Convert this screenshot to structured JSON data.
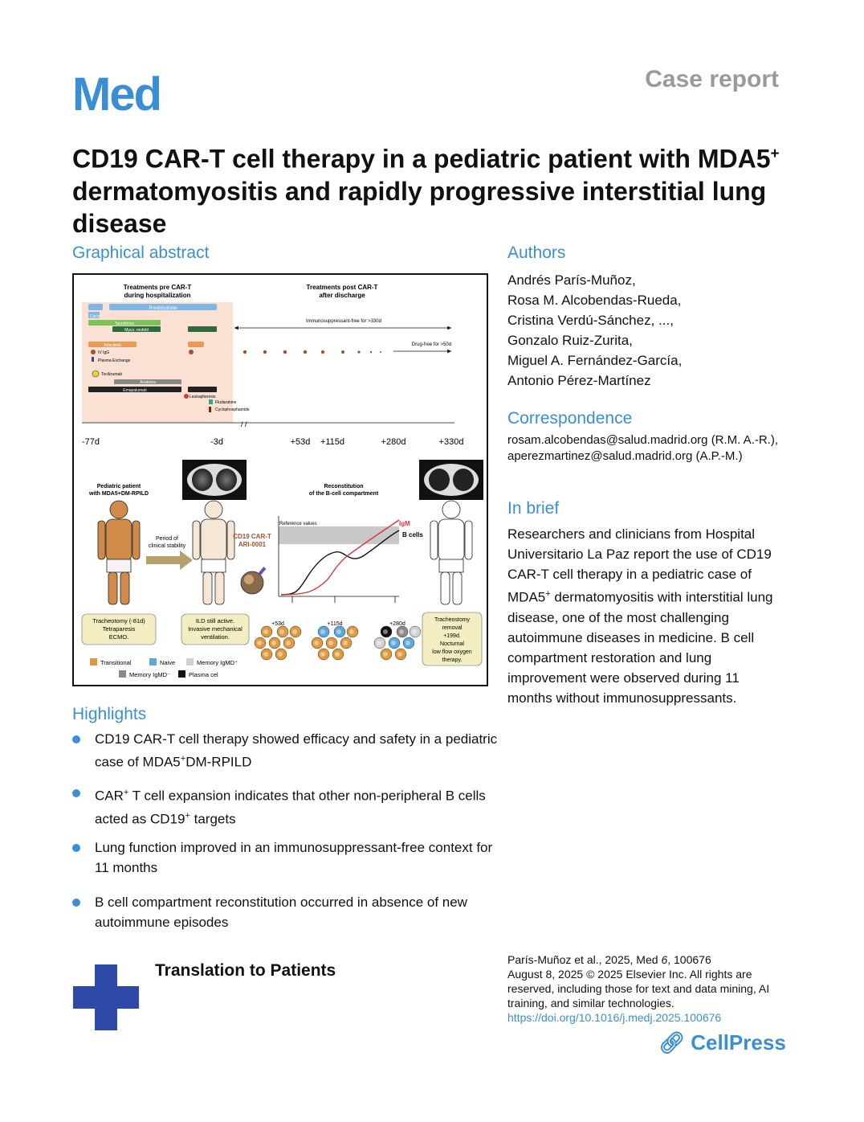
{
  "header": {
    "journal": "Med",
    "article_type": "Case report"
  },
  "title": {
    "part1": "CD19 CAR-T cell therapy in a pediatric patient with MDA5",
    "sup": "+",
    "part2": " dermatomyositis and rapidly progressive interstitial lung disease"
  },
  "graphical_abstract": {
    "heading": "Graphical abstract",
    "pre_title": [
      "Treatments pre CAR-T",
      "during hospitalization"
    ],
    "post_title": [
      "Treatments post CAR-T",
      "after discharge"
    ],
    "bars": {
      "prednisolone": "Prednisolone",
      "cyclo": "Cyclo.",
      "tacrolimus": "Tacrolimus",
      "myco": "Myco. mofetil",
      "tofacitinib": "Tofacitinib",
      "ivig": "IV IgG",
      "plasma": "Plasma Exchange",
      "tocilizumab": "Tocilizumab",
      "anakinra": "Anakinra",
      "emapalumab": "Emapalumab",
      "leukapheresis": "Leukapheresis",
      "fludarabine": "Fludarabine",
      "cyclophosphamide": "Cyclophosphamide"
    },
    "immuno_free": "Immunosuppressant-free for >330d",
    "drug_free": "Drug-free for >50d",
    "ticks": [
      "-77d",
      "-3d",
      "+53d",
      "+115d",
      "+280d",
      "+330d"
    ],
    "patient_label": [
      "Pediatric patient",
      "with MDA5+DM-RPILD"
    ],
    "period_label": [
      "Period of",
      "clinical stability"
    ],
    "cart_label": [
      "CD19 CAR-T",
      "ARI-0001"
    ],
    "recon_title": [
      "Reconstitution",
      "of the B-cell compartment"
    ],
    "reference": "Reference values",
    "igm": "IgM",
    "bcells": "B cells",
    "chart_ticks": [
      "+53d",
      "+115d",
      "+280d"
    ],
    "box1": [
      "Tracheotomy (-81d)",
      "Tetraparesis",
      "ECMO."
    ],
    "box2": [
      "ILD still active.",
      "Invasive mechanical",
      "ventilation."
    ],
    "box3": [
      "Tracheostomy",
      "removal",
      "+199d.",
      "Nocturnal",
      "low flow oxygen",
      "therapy."
    ],
    "legend": [
      "Transitional",
      "Naive",
      "Memory IgMD⁺",
      "Memory IgMD⁻",
      "Plasma cel"
    ],
    "colors": {
      "transitional": "#e09a3e",
      "naive": "#5aa8dc",
      "memory_plus": "#d0d0d0",
      "memory_minus": "#8a8a8a",
      "plasma": "#111111",
      "prednisolone": "#7fb6e6",
      "tacrolimus": "#7cc35a",
      "myco": "#2f6b3a",
      "tofacitinib": "#e99a55",
      "emapalumab": "#222222",
      "anakinra": "#888888",
      "fludarabine": "#38a58a",
      "cyclophosphamide": "#8b1a1a"
    }
  },
  "highlights": {
    "heading": "Highlights",
    "items": [
      {
        "a": "CD19 CAR-T cell therapy showed efficacy and safety in a pediatric case of MDA5",
        "s1": "+",
        "b": "DM-RPILD",
        "s2": "",
        "c": ""
      },
      {
        "a": "CAR",
        "s1": "+",
        "b": " T cell expansion indicates that other non-peripheral B cells acted as CD19",
        "s2": "+",
        "c": " targets"
      },
      {
        "a": "Lung function improved in an immunosuppressant-free context for 11 months",
        "s1": "",
        "b": "",
        "s2": "",
        "c": ""
      },
      {
        "a": "B cell compartment reconstitution occurred in absence of new autoimmune episodes",
        "s1": "",
        "b": "",
        "s2": "",
        "c": ""
      }
    ]
  },
  "authors": {
    "heading": "Authors",
    "list": [
      "Andrés París-Muñoz,",
      "Rosa M. Alcobendas-Rueda,",
      "Cristina Verdú-Sánchez, ...,",
      "Gonzalo Ruiz-Zurita,",
      "Miguel A. Fernández-García,",
      "Antonio Pérez-Martínez"
    ]
  },
  "correspondence": {
    "heading": "Correspondence",
    "line1": "rosam.alcobendas@salud.madrid.org (R.M. A.-R.),",
    "line2": "aperezmartinez@salud.madrid.org (A.P.-M.)"
  },
  "in_brief": {
    "heading": "In brief",
    "a": "Researchers and clinicians from Hospital Universitario La Paz report the use of CD19 CAR-T cell therapy in a pediatric case of MDA5",
    "sup": "+",
    "b": " dermatomyositis with interstitial lung disease, one of the most challenging autoimmune diseases in medicine. B cell compartment restoration and lung improvement were observed during 11 months without immunosuppressants."
  },
  "footer": {
    "category": "Translation to Patients",
    "cite_a": "París-Muñoz et al., 2025, Med ",
    "cite_vol": "6",
    "cite_b": ", 100676",
    "cite_line2": "August 8, 2025 © 2025 Elsevier Inc. All rights are reserved, including those for text and data mining, AI training, and similar technologies.",
    "doi": "https://doi.org/10.1016/j.medj.2025.100676",
    "publisher": "CellPress"
  }
}
